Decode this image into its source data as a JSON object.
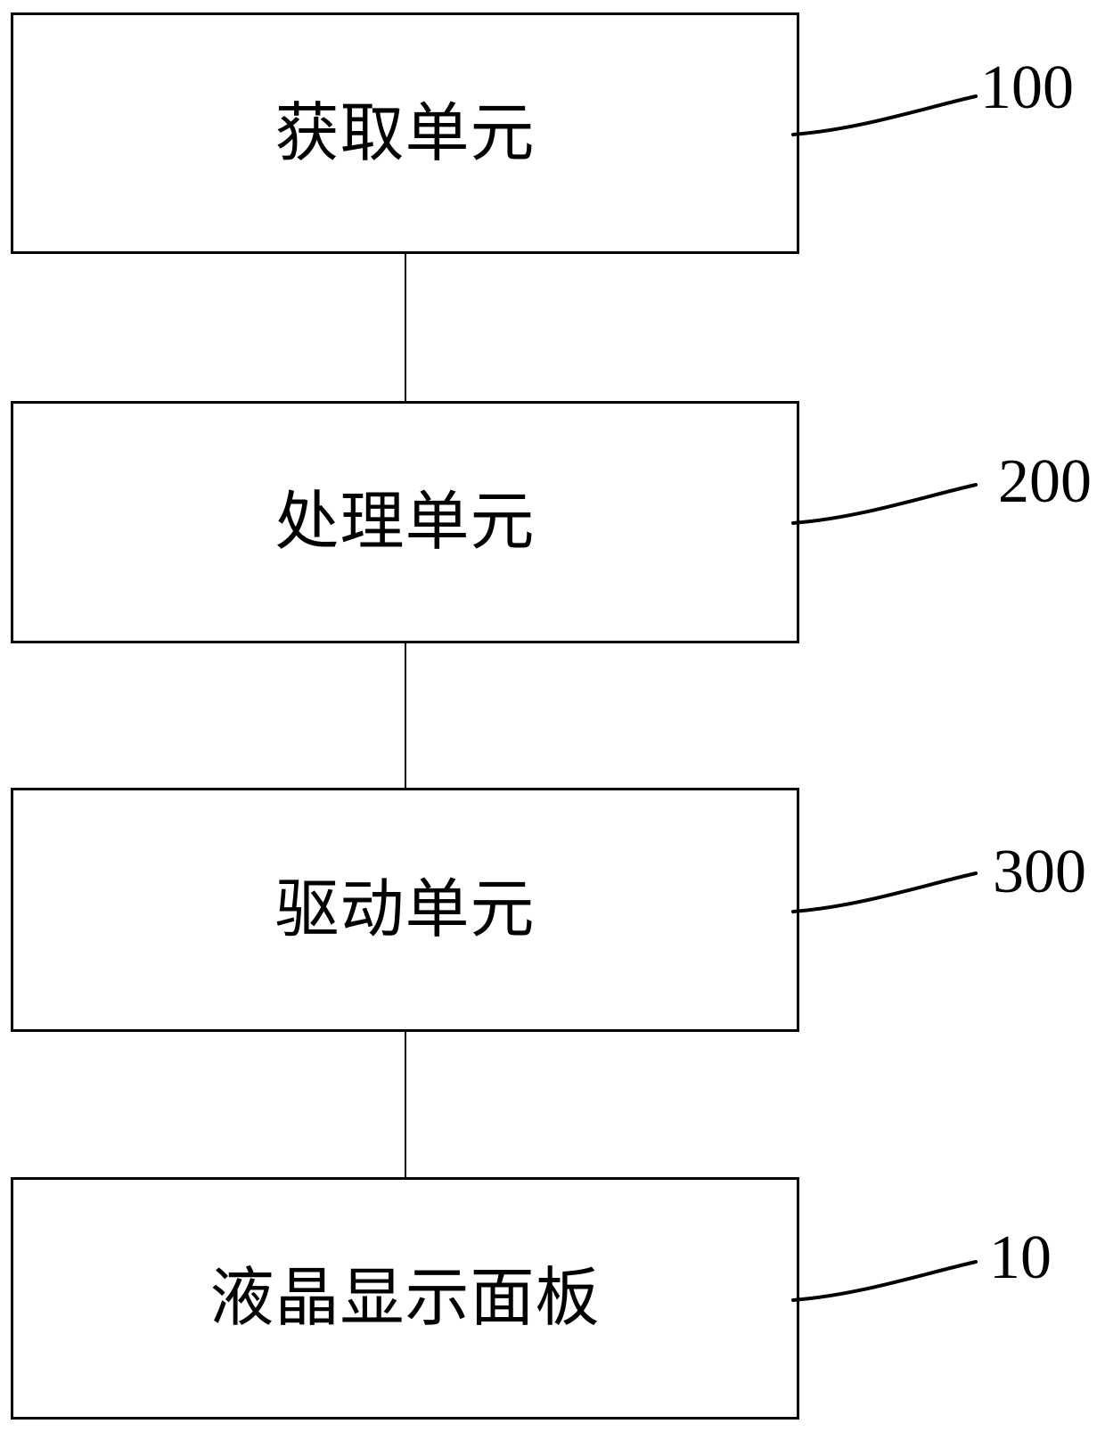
{
  "diagram": {
    "type": "block-diagram",
    "background_color": "#ffffff",
    "line_color": "#000000",
    "units": [
      {
        "label": "获取单元",
        "ref": "100"
      },
      {
        "label": "处理单元",
        "ref": "200"
      },
      {
        "label": "驱动单元",
        "ref": "300"
      },
      {
        "label": "液晶显示面板",
        "ref": "10"
      }
    ],
    "connections": [
      {
        "from": "获取单元",
        "to": "处理单元"
      },
      {
        "from": "处理单元",
        "to": "驱动单元"
      },
      {
        "from": "驱动单元",
        "to": "液晶显示面板"
      }
    ]
  }
}
